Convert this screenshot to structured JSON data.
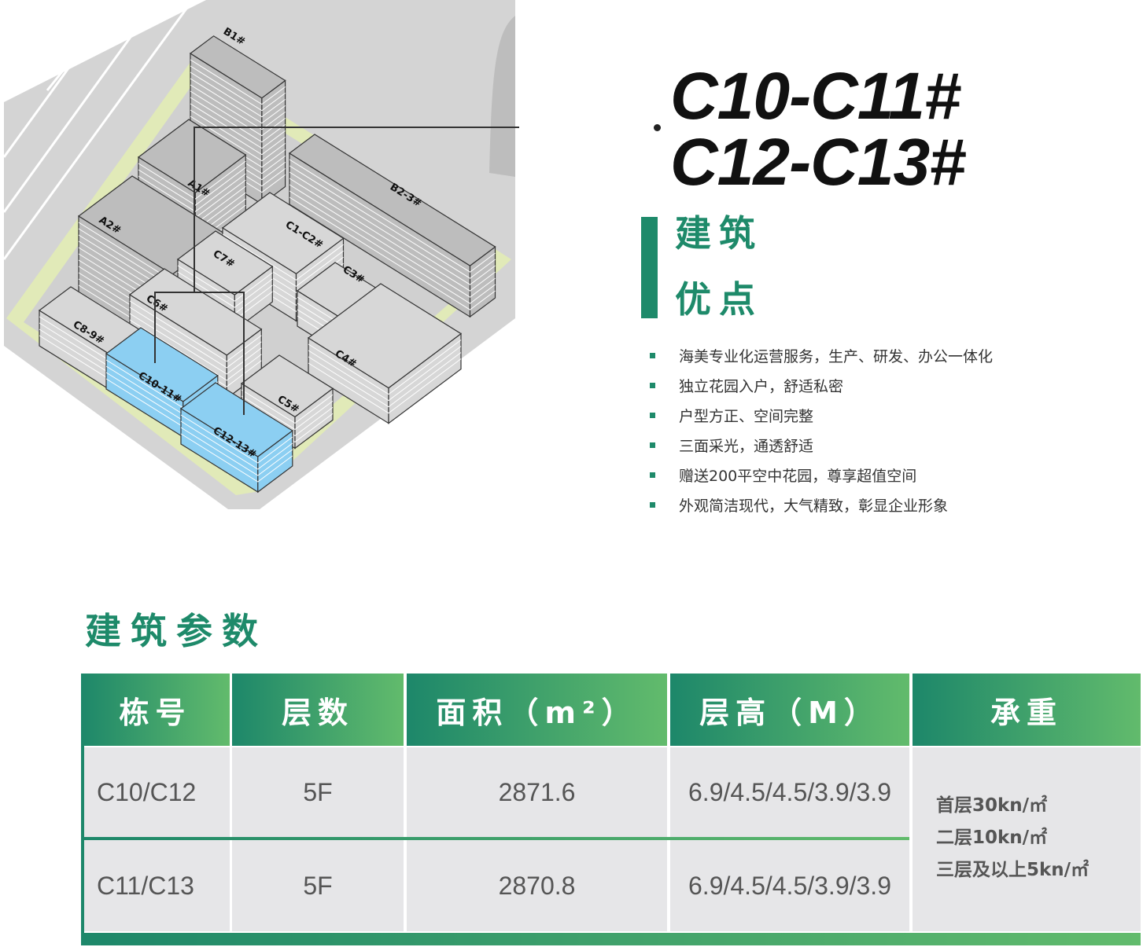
{
  "map": {
    "labels": [
      "B1#",
      "B2-3#",
      "A1#",
      "A2#",
      "C1-C2#",
      "C7#",
      "C6#",
      "C3#",
      "C8-9#",
      "C4#",
      "C10-11#",
      "C5#",
      "C12-13#"
    ],
    "highlight": [
      "C10-11#",
      "C12-13#"
    ],
    "colors": {
      "building": "#d7d7d7",
      "tower": "#bdbdbd",
      "highlight": "#8ccff2",
      "lawn": "#e1eab8",
      "ground": "#d4d4d4"
    }
  },
  "header": {
    "line1": "C10-C11#",
    "line2": "C12-C13#"
  },
  "advantages": {
    "title_line1": "建筑",
    "title_line2": "优点",
    "items": [
      "海美专业化运营服务，生产、研发、办公一体化",
      "独立花园入户，舒适私密",
      "户型方正、空间完整",
      "三面采光，通透舒适",
      "赠送200平空中花园，尊享超值空间",
      "外观简洁现代，大气精致，彰显企业形象"
    ]
  },
  "params": {
    "title": "建筑参数",
    "columns": [
      "栋号",
      "层数",
      "面积（m²）",
      "层高（M）",
      "承重"
    ],
    "rows": [
      [
        "C10/C12",
        "5F",
        "2871.6",
        "6.9/4.5/4.5/3.9/3.9"
      ],
      [
        "C11/C13",
        "5F",
        "2870.8",
        "6.9/4.5/4.5/3.9/3.9"
      ]
    ],
    "load": [
      "首层30kn/㎡",
      "二层10kn/㎡",
      "三层及以上5kn/㎡"
    ]
  },
  "accent": "#1e8a6a",
  "accent2": "#62bb6c"
}
